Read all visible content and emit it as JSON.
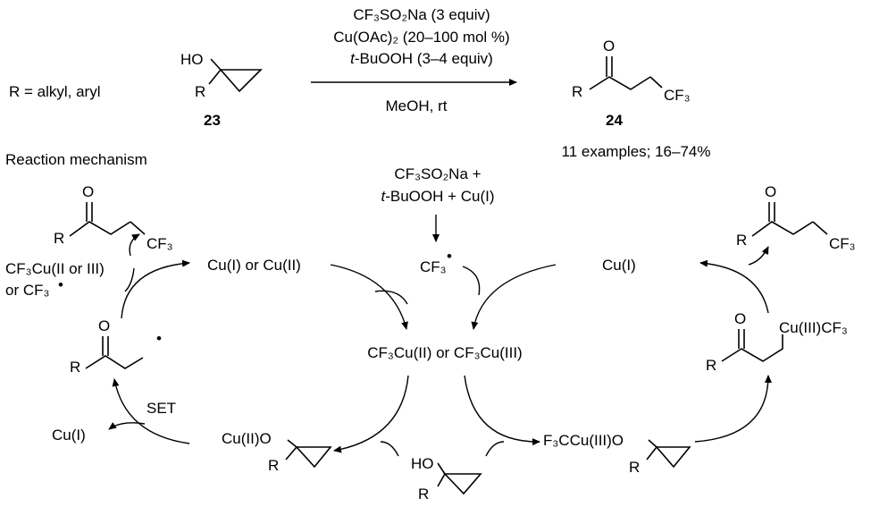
{
  "scheme": {
    "r_definition": "R = alkyl, aryl",
    "substrate": {
      "oh": "HO",
      "r": "R",
      "number": "23"
    },
    "product": {
      "o": "O",
      "r": "R",
      "cf3": "CF₃",
      "number": "24"
    },
    "conditions": {
      "line1": "CF₃SO₂Na (3 equiv)",
      "line2": "Cu(OAc)₂ (20–100 mol %)",
      "line3_italic": "t",
      "line3_rest": "-BuOOH (3–4 equiv)",
      "below": "MeOH, rt"
    },
    "yield": "11 examples; 16–74%"
  },
  "mechanism": {
    "title": "Reaction mechanism",
    "start_line1": "CF₃SO₂Na +",
    "start_line2_italic": "t",
    "start_line2_rest": "-BuOOH + Cu(I)",
    "cf3_radical": "CF₃",
    "left_catalyst": "Cu(I) or Cu(II)",
    "right_catalyst": "Cu(I)",
    "center_complex": "CF₃Cu(II) or CF₃Cu(III)",
    "cu2_alkoxide": "Cu(II)O",
    "cu3_alkoxide": "F₃CCu(III)O",
    "cu3_alkyl": "Cu(III)CF₃",
    "left_product_cf3": "CF₃",
    "left_reagent_line1": "CF₃Cu(II or III)",
    "left_reagent_line2": "or CF₃",
    "set_label": "SET",
    "cu1_released": "Cu(I)",
    "o": "O",
    "r": "R",
    "ho": "HO",
    "radical_dot": "•"
  }
}
